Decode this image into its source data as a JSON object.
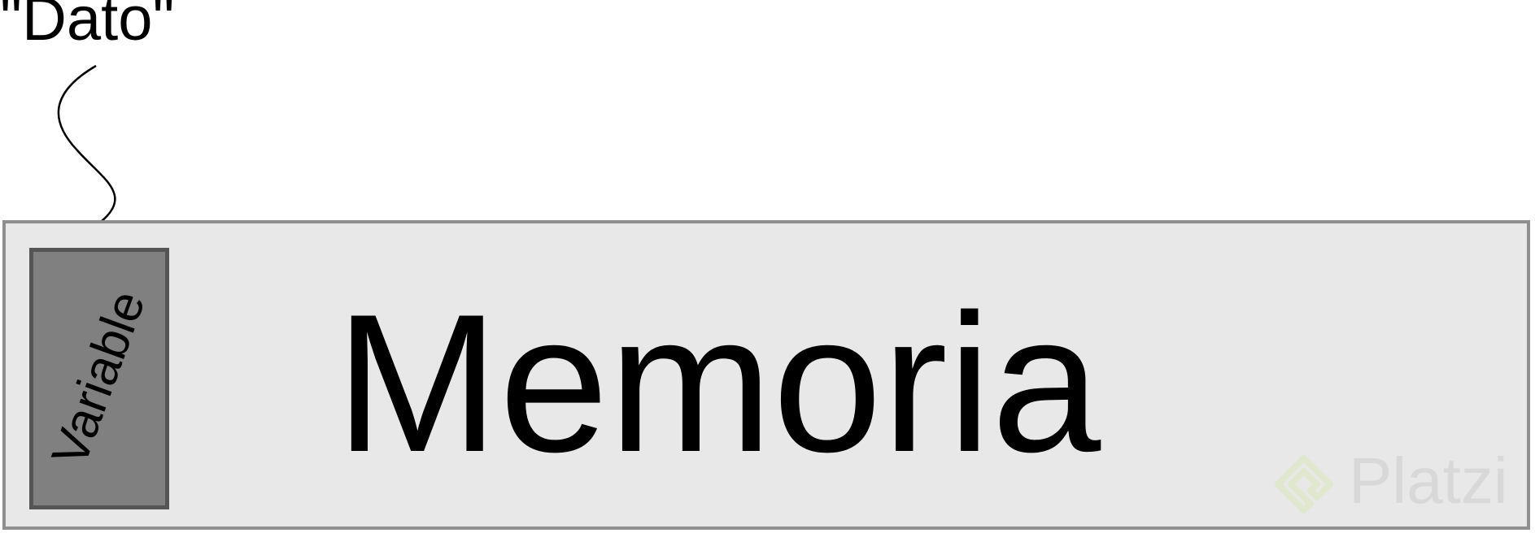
{
  "diagram": {
    "dato_label": "\"Dato\"",
    "variable_label": "Variable",
    "memory_label": "Memoria"
  },
  "watermark": {
    "brand": "Platzi",
    "icon": "platzi-logo-icon",
    "color": "#d8d8d8",
    "mark_color": "#dfe8cf"
  },
  "colors": {
    "memory_fill": "#e8e8e8",
    "memory_border": "#8f8f8f",
    "variable_fill": "#808080",
    "variable_border": "#555555"
  }
}
